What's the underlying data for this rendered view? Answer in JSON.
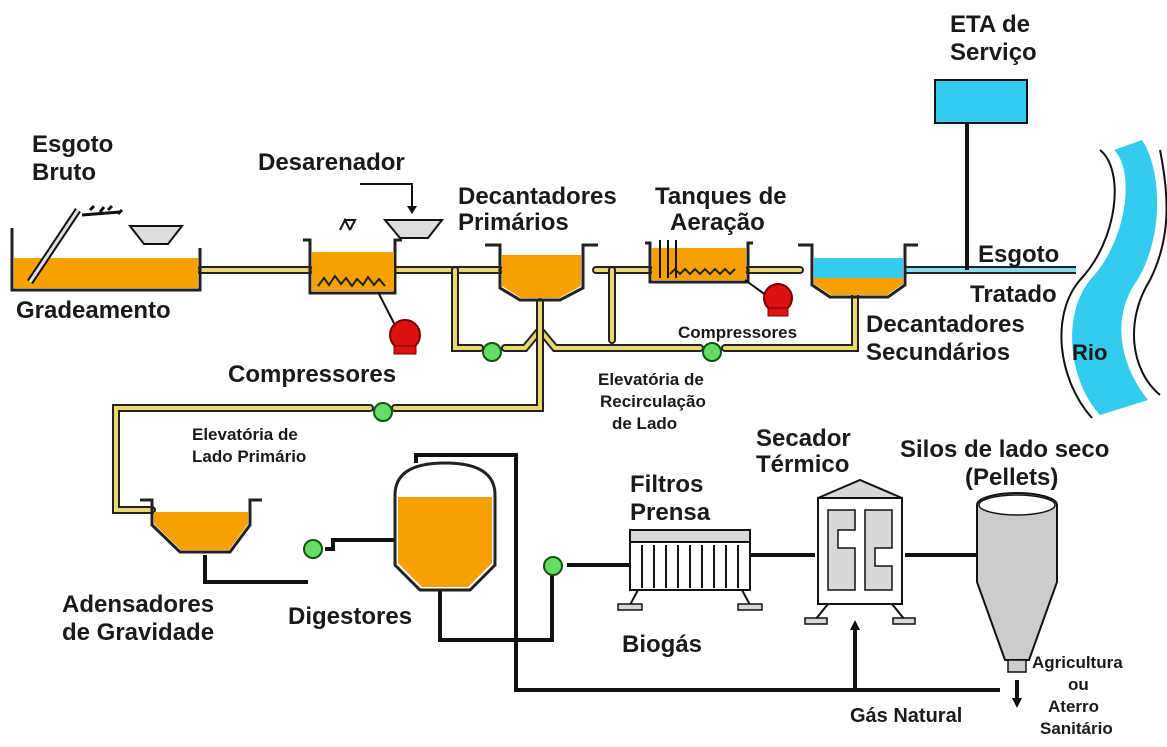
{
  "diagram": {
    "labels": {
      "esgoto_bruto": [
        "Esgoto",
        "Bruto"
      ],
      "gradeamento": "Gradeamento",
      "desarenador": "Desarenador",
      "compressores_1": "Compressores",
      "decantadores_primarios": [
        "Decantadores",
        "Primários"
      ],
      "tanques_aeracao": [
        "Tanques de",
        "Aeração"
      ],
      "eta_servico": [
        "ETA de",
        "Serviço"
      ],
      "esgoto_tratado": [
        "Esgoto",
        "Tratado"
      ],
      "compressores_2": "Compressores",
      "decantadores_secundarios": [
        "Decantadores",
        "Secundários"
      ],
      "rio": "Rio",
      "elevatoria_recirculacao": [
        "Elevatória de",
        "Recirculação",
        "de Lado"
      ],
      "elevatoria_lado_primario": [
        "Elevatória de",
        "Lado Primário"
      ],
      "secador_termico": [
        "Secador",
        "Térmico"
      ],
      "silos": [
        "Silos de lado seco",
        "(Pellets)"
      ],
      "filtros_prensa": [
        "Filtros",
        "Prensa"
      ],
      "adensadores": [
        "Adensadores",
        "de Gravidade"
      ],
      "digestores": "Digestores",
      "biogas": "Biogás",
      "gas_natural": "Gás Natural",
      "destino_final": [
        "Agricultura",
        "ou",
        "Aterro",
        "Sanitário"
      ]
    },
    "colors": {
      "sludge": "#f7a000",
      "water": "#33ccee",
      "eta": "#33ccf0",
      "pump": "#66dd66",
      "compressor": "#dd1111",
      "pipe_effluent": "#e8d870",
      "pipe_sludge": "#000000",
      "equipment": "#d8d8d8"
    }
  }
}
